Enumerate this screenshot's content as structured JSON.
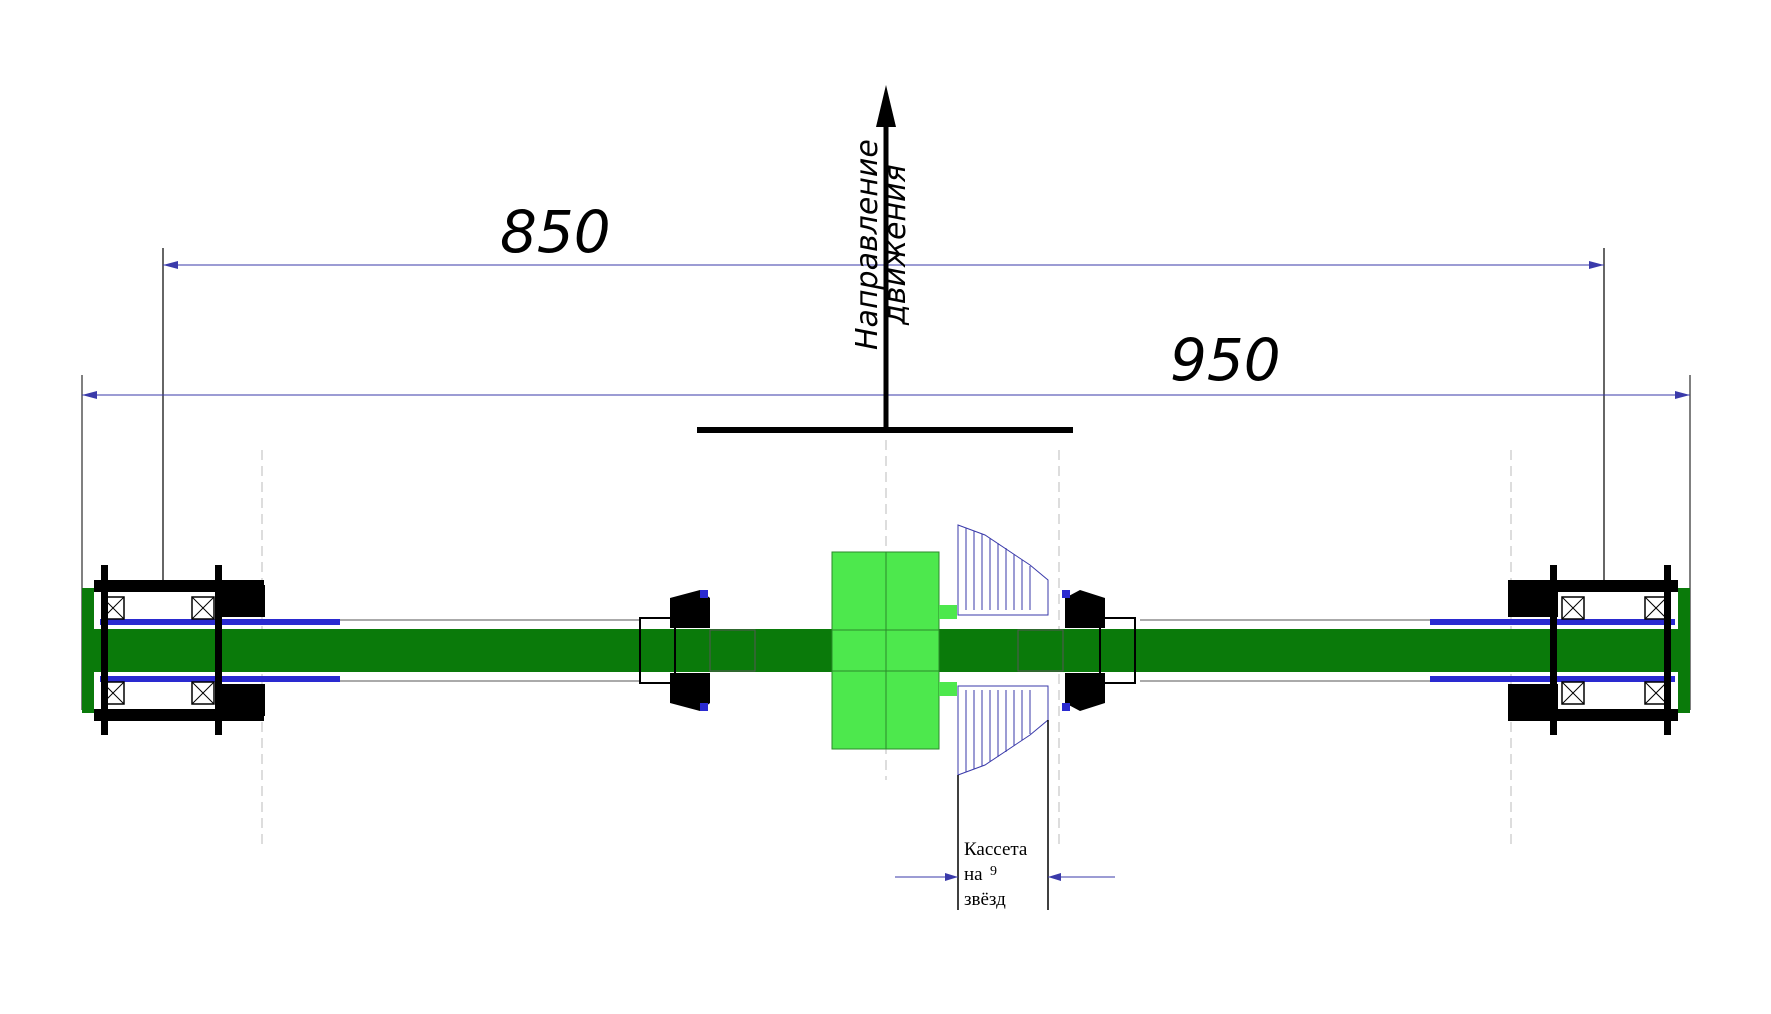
{
  "dimensions": {
    "left": "850",
    "right": "950"
  },
  "direction_label": {
    "line1": "Направление",
    "line2": "движения"
  },
  "cassette_note": {
    "line1": "Кассета",
    "line2": "на",
    "superscript": "9",
    "line3": "звёзд"
  },
  "colors": {
    "shaft": "#0a7a0a",
    "hub": "#4de84d",
    "sleeve": "#2a2ad0",
    "dimension_line": "#3a3aaa",
    "housing": "#000000"
  }
}
